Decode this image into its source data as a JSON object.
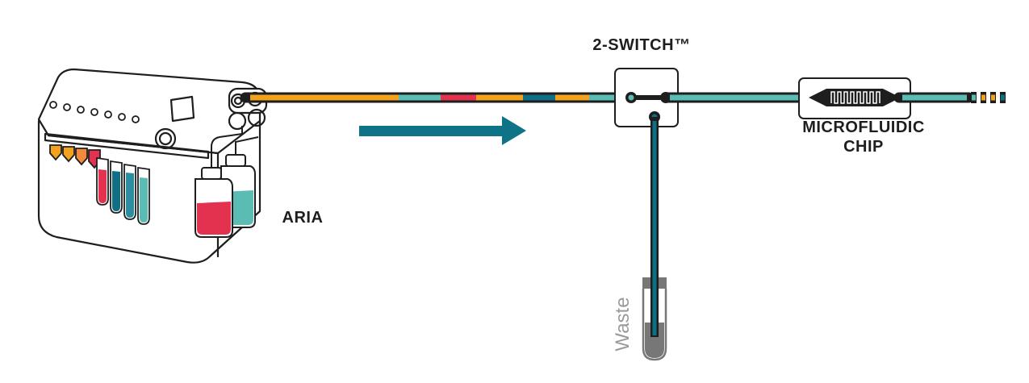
{
  "labels": {
    "switch": "2-SWITCH™",
    "aria": "ARIA",
    "chip_line1": "MICROFLUIDIC",
    "chip_line2": "CHIP",
    "waste": "Waste"
  },
  "colors": {
    "outline": "#1e1e1e",
    "orange": "#f2a21f",
    "teal": "#5bbcb3",
    "red": "#e3324f",
    "dark_teal": "#0e6f85",
    "arrow": "#0e7387",
    "waste_text": "#9a9a9a",
    "tube_grey": "#777777"
  }
}
